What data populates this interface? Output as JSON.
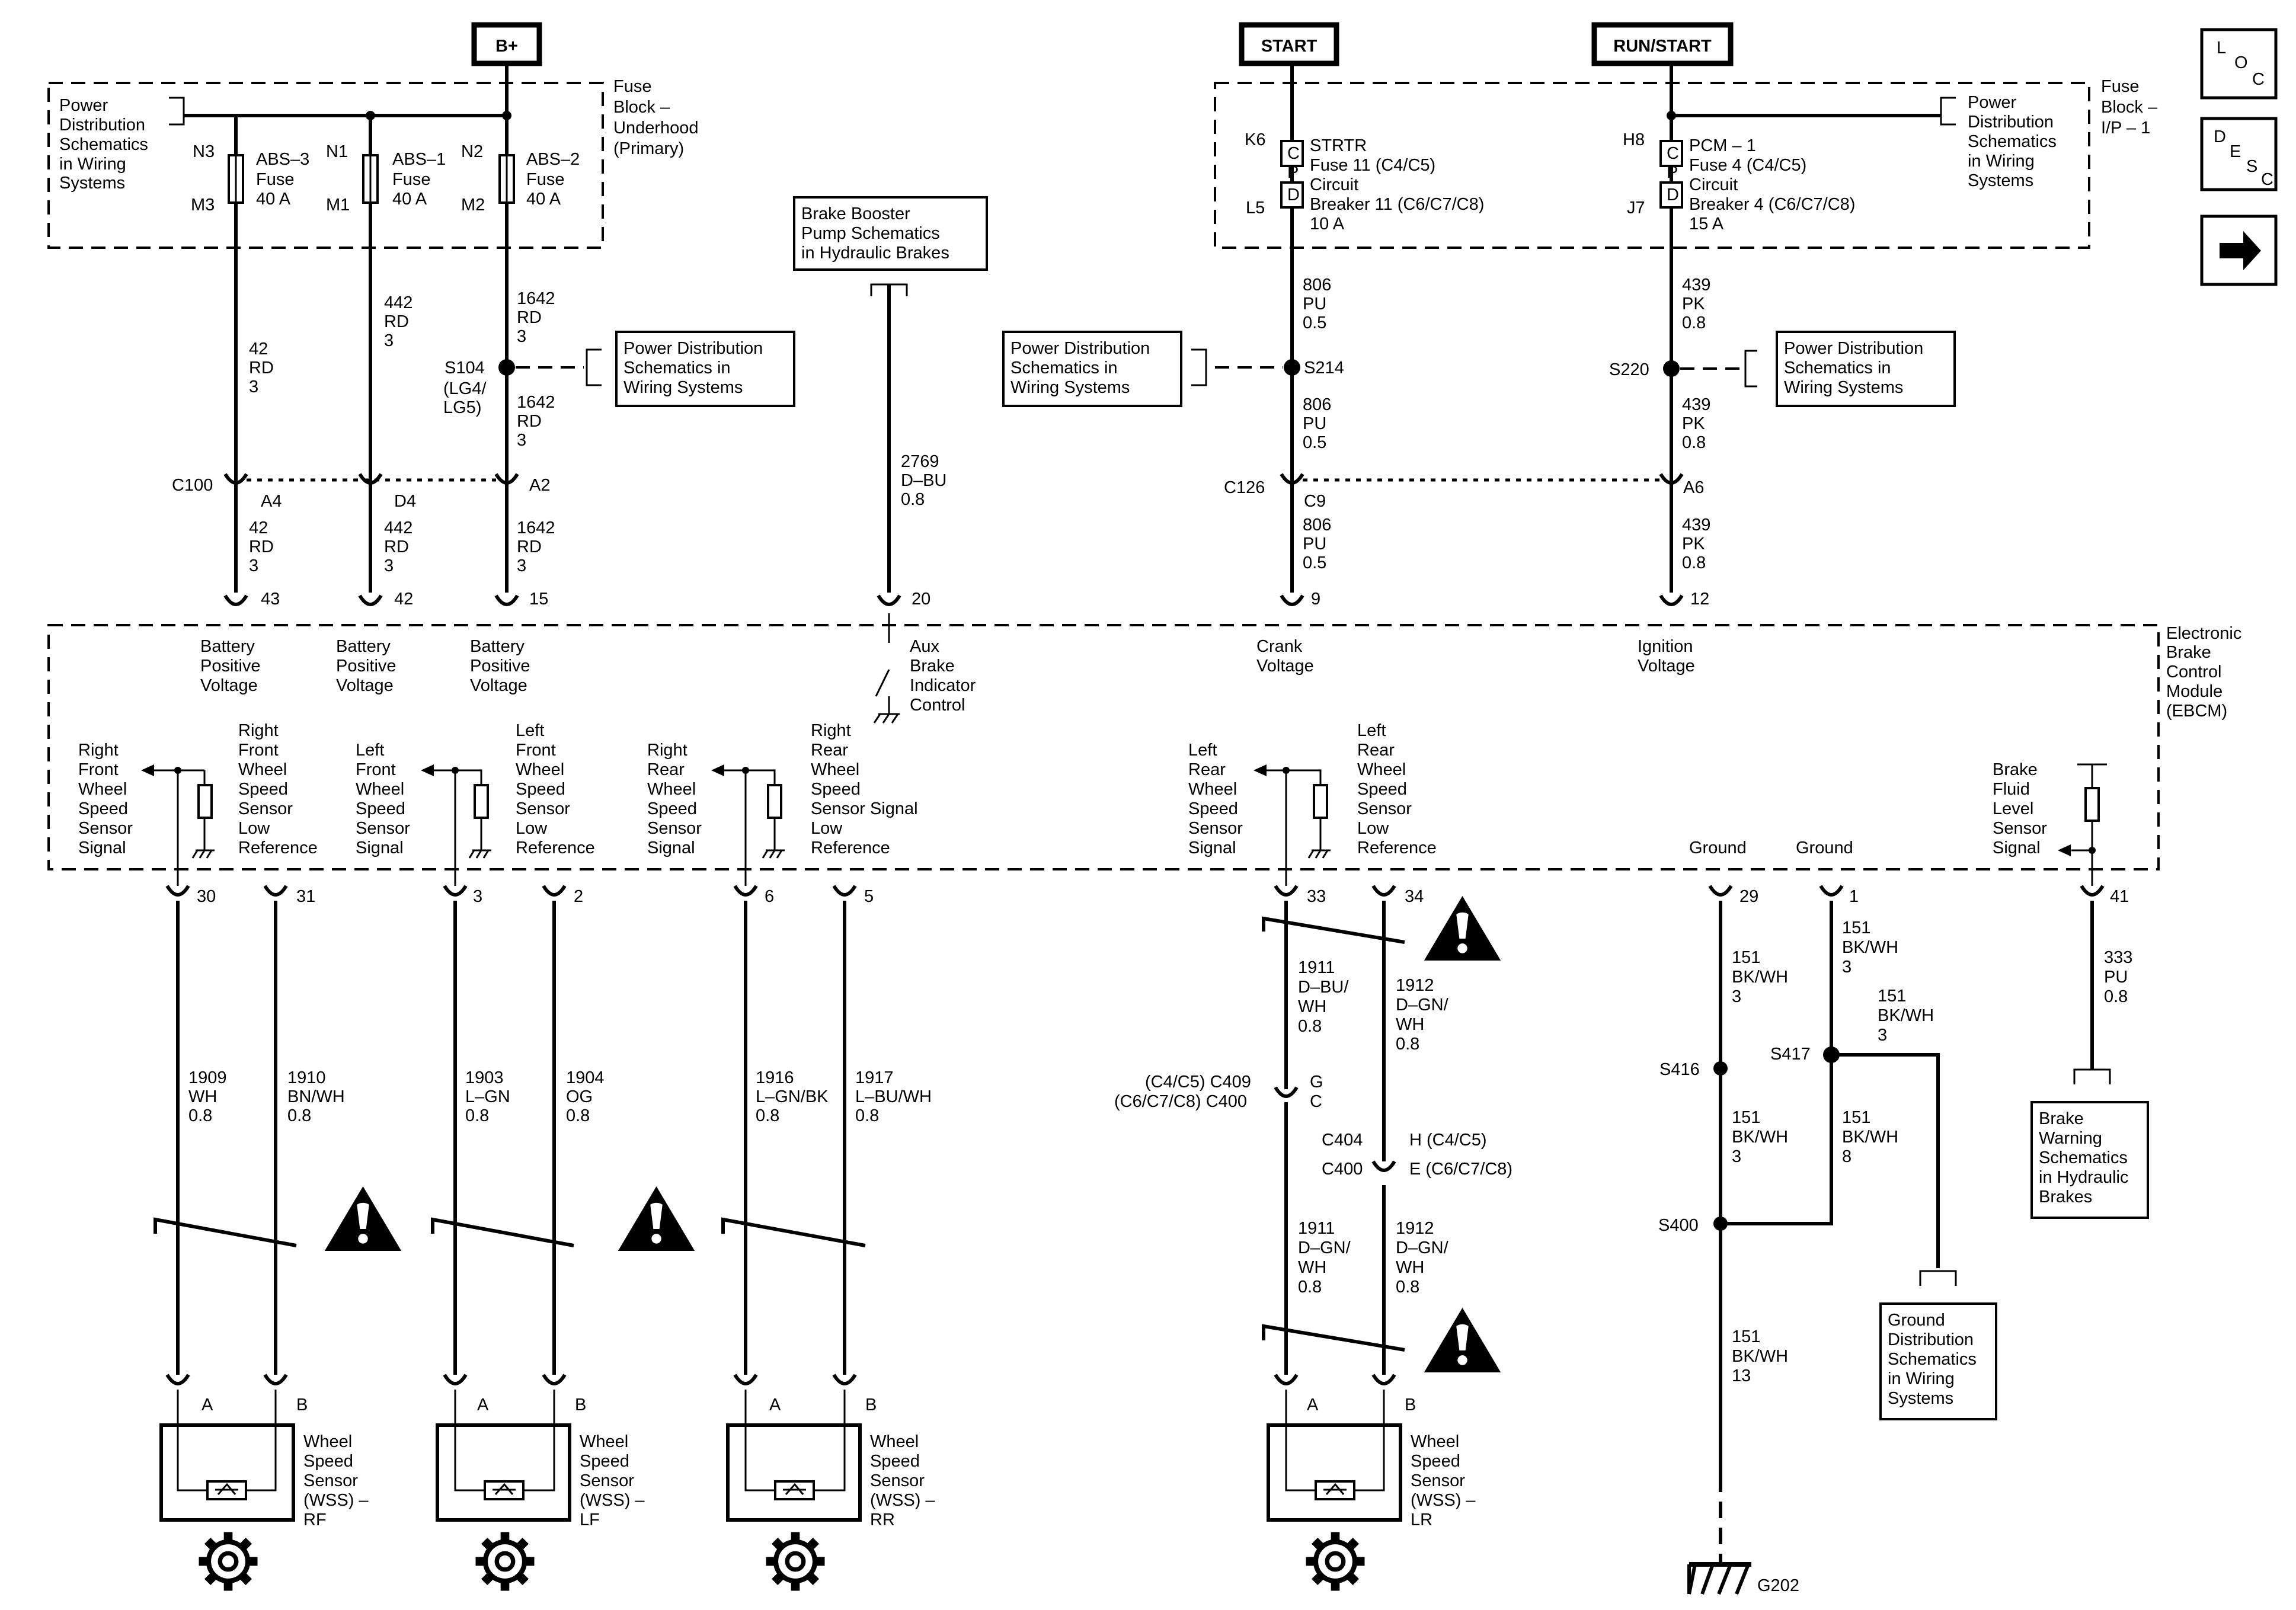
{
  "supplies": {
    "b_plus": "B+",
    "start": "START",
    "run_start": "RUN/START"
  },
  "nav": {
    "loc": [
      "L",
      "O",
      "C"
    ],
    "desc": [
      "D",
      "E",
      "S",
      "C"
    ],
    "next_icon": "arrow-right-icon"
  },
  "fuse_blocks": {
    "underhood": [
      "Fuse",
      "Block –",
      "Underhood",
      "(Primary)"
    ],
    "ip": [
      "Fuse",
      "Block –",
      "I/P – 1"
    ]
  },
  "refs": {
    "pd_left": [
      "Power",
      "Distribution",
      "Schematics",
      "in Wiring",
      "Systems"
    ],
    "pd_s104": [
      "Power Distribution",
      "Schematics in",
      "Wiring  Systems"
    ],
    "pd_s214": [
      "Power Distribution",
      "Schematics in",
      "Wiring  Systems"
    ],
    "pd_s220": [
      "Power Distribution",
      "Schematics in",
      "Wiring  Systems"
    ],
    "pd_right": [
      "Power",
      "Distribution",
      "Schematics",
      "in Wiring",
      "Systems"
    ],
    "brake_booster": [
      "Brake Booster",
      "Pump Schematics",
      "in Hydraulic Brakes"
    ],
    "brake_warning": [
      "Brake",
      "Warning",
      "Schematics",
      "in Hydraulic",
      "Brakes"
    ],
    "ground_dist": [
      "Ground",
      "Distribution",
      "Schematics",
      "in Wiring",
      "Systems"
    ]
  },
  "fuses": {
    "abs3": {
      "in": "N3",
      "out": "M3",
      "label": [
        "ABS–3",
        "Fuse",
        "40 A"
      ]
    },
    "abs1": {
      "in": "N1",
      "out": "M1",
      "label": [
        "ABS–1",
        "Fuse",
        "40 A"
      ]
    },
    "abs2": {
      "in": "N2",
      "out": "M2",
      "label": [
        "ABS–2",
        "Fuse",
        "40 A"
      ]
    },
    "strtr": {
      "in": "K6",
      "out": "L5",
      "label": [
        "STRTR",
        "Fuse 11 (C4/C5)",
        "Circuit",
        "Breaker 11 (C6/C7/C8)",
        "10 A"
      ]
    },
    "pcm1": {
      "in": "H8",
      "out": "J7",
      "label": [
        "PCM – 1",
        "Fuse 4 (C4/C5)",
        "Circuit",
        "Breaker 4 (C6/C7/C8)",
        "15 A"
      ]
    },
    "cpd": [
      "C",
      "P",
      "D"
    ]
  },
  "wires": {
    "w42a": [
      "42",
      "RD",
      "3"
    ],
    "w442a": [
      "442",
      "RD",
      "3"
    ],
    "w1642a": [
      "1642",
      "RD",
      "3"
    ],
    "w1642b": [
      "1642",
      "RD",
      "3"
    ],
    "w42b": [
      "42",
      "RD",
      "3"
    ],
    "w442b": [
      "442",
      "RD",
      "3"
    ],
    "w1642c": [
      "1642",
      "RD",
      "3"
    ],
    "w2769": [
      "2769",
      "D–BU",
      "0.8"
    ],
    "w806a": [
      "806",
      "PU",
      "0.5"
    ],
    "w806b": [
      "806",
      "PU",
      "0.5"
    ],
    "w806c": [
      "806",
      "PU",
      "0.5"
    ],
    "w439a": [
      "439",
      "PK",
      "0.8"
    ],
    "w439b": [
      "439",
      "PK",
      "0.8"
    ],
    "w439c": [
      "439",
      "PK",
      "0.8"
    ],
    "w1909": [
      "1909",
      "WH",
      "0.8"
    ],
    "w1910": [
      "1910",
      "BN/WH",
      "0.8"
    ],
    "w1903": [
      "1903",
      "L–GN",
      "0.8"
    ],
    "w1904": [
      "1904",
      "OG",
      "0.8"
    ],
    "w1916": [
      "1916",
      "L–GN/BK",
      "0.8"
    ],
    "w1917": [
      "1917",
      "L–BU/WH",
      "0.8"
    ],
    "w1911a": [
      "1911",
      "D–BU/",
      "WH",
      "0.8"
    ],
    "w1912a": [
      "1912",
      "D–GN/",
      "WH",
      "0.8"
    ],
    "w1911b": [
      "1911",
      "D–GN/",
      "WH",
      "0.8"
    ],
    "w1912b": [
      "1912",
      "D–GN/",
      "WH",
      "0.8"
    ],
    "w151a": [
      "151",
      "BK/WH",
      "3"
    ],
    "w151b": [
      "151",
      "BK/WH",
      "3"
    ],
    "w151c": [
      "151",
      "BK/WH",
      "3"
    ],
    "w151d": [
      "151",
      "BK/WH",
      "8"
    ],
    "w151e": [
      "151",
      "BK/WH",
      "3"
    ],
    "w151f": [
      "151",
      "BK/WH",
      "13"
    ],
    "w333": [
      "333",
      "PU",
      "0.8"
    ]
  },
  "splices": {
    "s104": "S104",
    "s104_note": [
      "(LG4/",
      "LG5)"
    ],
    "s214": "S214",
    "s220": "S220",
    "s416": "S416",
    "s417": "S417",
    "s400": "S400"
  },
  "connectors": {
    "c100": "C100",
    "c100_a4": "A4",
    "c100_d4": "D4",
    "c100_a2": "A2",
    "c126": "C126",
    "c126_c9": "C9",
    "c126_a6": "A6",
    "c409_line": "(C4/C5) C409",
    "c400_line": "(C6/C7/C8) C400",
    "c409_g": "G",
    "c409_c": "C",
    "c404": "C404",
    "c404_h": "H (C4/C5)",
    "c400b": "C400",
    "c400_e": "E (C6/C7/C8)",
    "p43": "43",
    "p42": "42",
    "p15": "15",
    "p20": "20",
    "p9": "9",
    "p12": "12",
    "p30": "30",
    "p31": "31",
    "p3": "3",
    "p2": "2",
    "p6": "6",
    "p5": "5",
    "p33": "33",
    "p34": "34",
    "p29": "29",
    "p1": "1",
    "p41": "41",
    "pin_a": "A",
    "pin_b": "B"
  },
  "ebcm": {
    "name": [
      "Electronic",
      "Brake",
      "Control",
      "Module",
      "(EBCM)"
    ],
    "battery": [
      "Battery",
      "Positive",
      "Voltage"
    ],
    "aux": [
      "Aux",
      "Brake",
      "Indicator",
      "Control"
    ],
    "crank": [
      "Crank",
      "Voltage"
    ],
    "ignition": [
      "Ignition",
      "Voltage"
    ],
    "rf_sig": [
      "Right",
      "Front",
      "Wheel",
      "Speed",
      "Sensor",
      "Signal"
    ],
    "rf_low": [
      "Right",
      "Front",
      "Wheel",
      "Speed",
      "Sensor",
      "Low",
      "Reference"
    ],
    "lf_sig": [
      "Left",
      "Front",
      "Wheel",
      "Speed",
      "Sensor",
      "Signal"
    ],
    "lf_low": [
      "Left",
      "Front",
      "Wheel",
      "Speed",
      "Sensor",
      "Low",
      "Reference"
    ],
    "rr_sig": [
      "Right",
      "Rear",
      "Wheel",
      "Speed",
      "Sensor",
      "Signal"
    ],
    "rr_low": [
      "Right",
      "Rear",
      "Wheel",
      "Speed",
      "Sensor Signal",
      "Low",
      "Reference"
    ],
    "lr_sig": [
      "Left",
      "Rear",
      "Wheel",
      "Speed",
      "Sensor",
      "Signal"
    ],
    "lr_low": [
      "Left",
      "Rear",
      "Wheel",
      "Speed",
      "Sensor",
      "Low",
      "Reference"
    ],
    "ground": "Ground",
    "fluid": [
      "Brake",
      "Fluid",
      "Level",
      "Sensor",
      "Signal"
    ]
  },
  "sensors": {
    "rf": [
      "Wheel",
      "Speed",
      "Sensor",
      "(WSS) –",
      "RF"
    ],
    "lf": [
      "Wheel",
      "Speed",
      "Sensor",
      "(WSS) –",
      "LF"
    ],
    "rr": [
      "Wheel",
      "Speed",
      "Sensor",
      "(WSS) –",
      "RR"
    ],
    "lr": [
      "Wheel",
      "Speed",
      "Sensor",
      "(WSS) –",
      "LR"
    ]
  },
  "ground_id": "G202"
}
